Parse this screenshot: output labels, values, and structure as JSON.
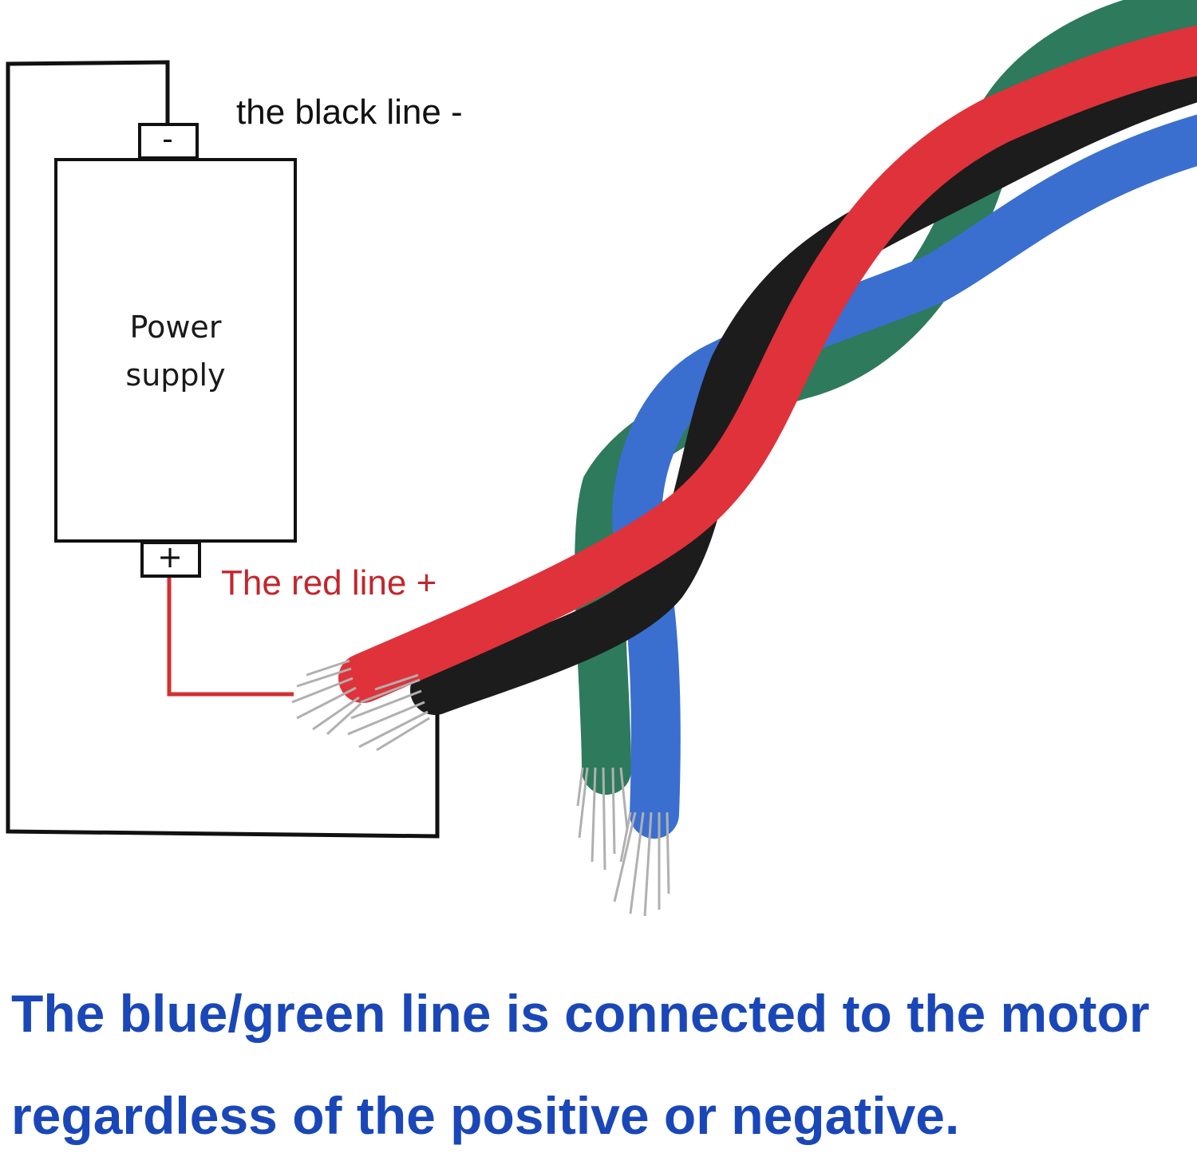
{
  "labels": {
    "black_line": "the black line -",
    "red_line": "The red line  +",
    "power_supply_line1": "Power",
    "power_supply_line2": "supply",
    "negative_terminal": "-",
    "positive_terminal": "+"
  },
  "caption": {
    "line1": "The blue/green line is connected to the motor",
    "line2": "regardless of the positive or negative."
  },
  "colors": {
    "red_wire": "#e0323a",
    "black_wire": "#1c1c1c",
    "blue_wire": "#3a6fd0",
    "green_wire": "#2e7a5c",
    "red_text": "#c1272d",
    "caption_text": "#1a47b8",
    "copper": "#b0b0b0"
  }
}
